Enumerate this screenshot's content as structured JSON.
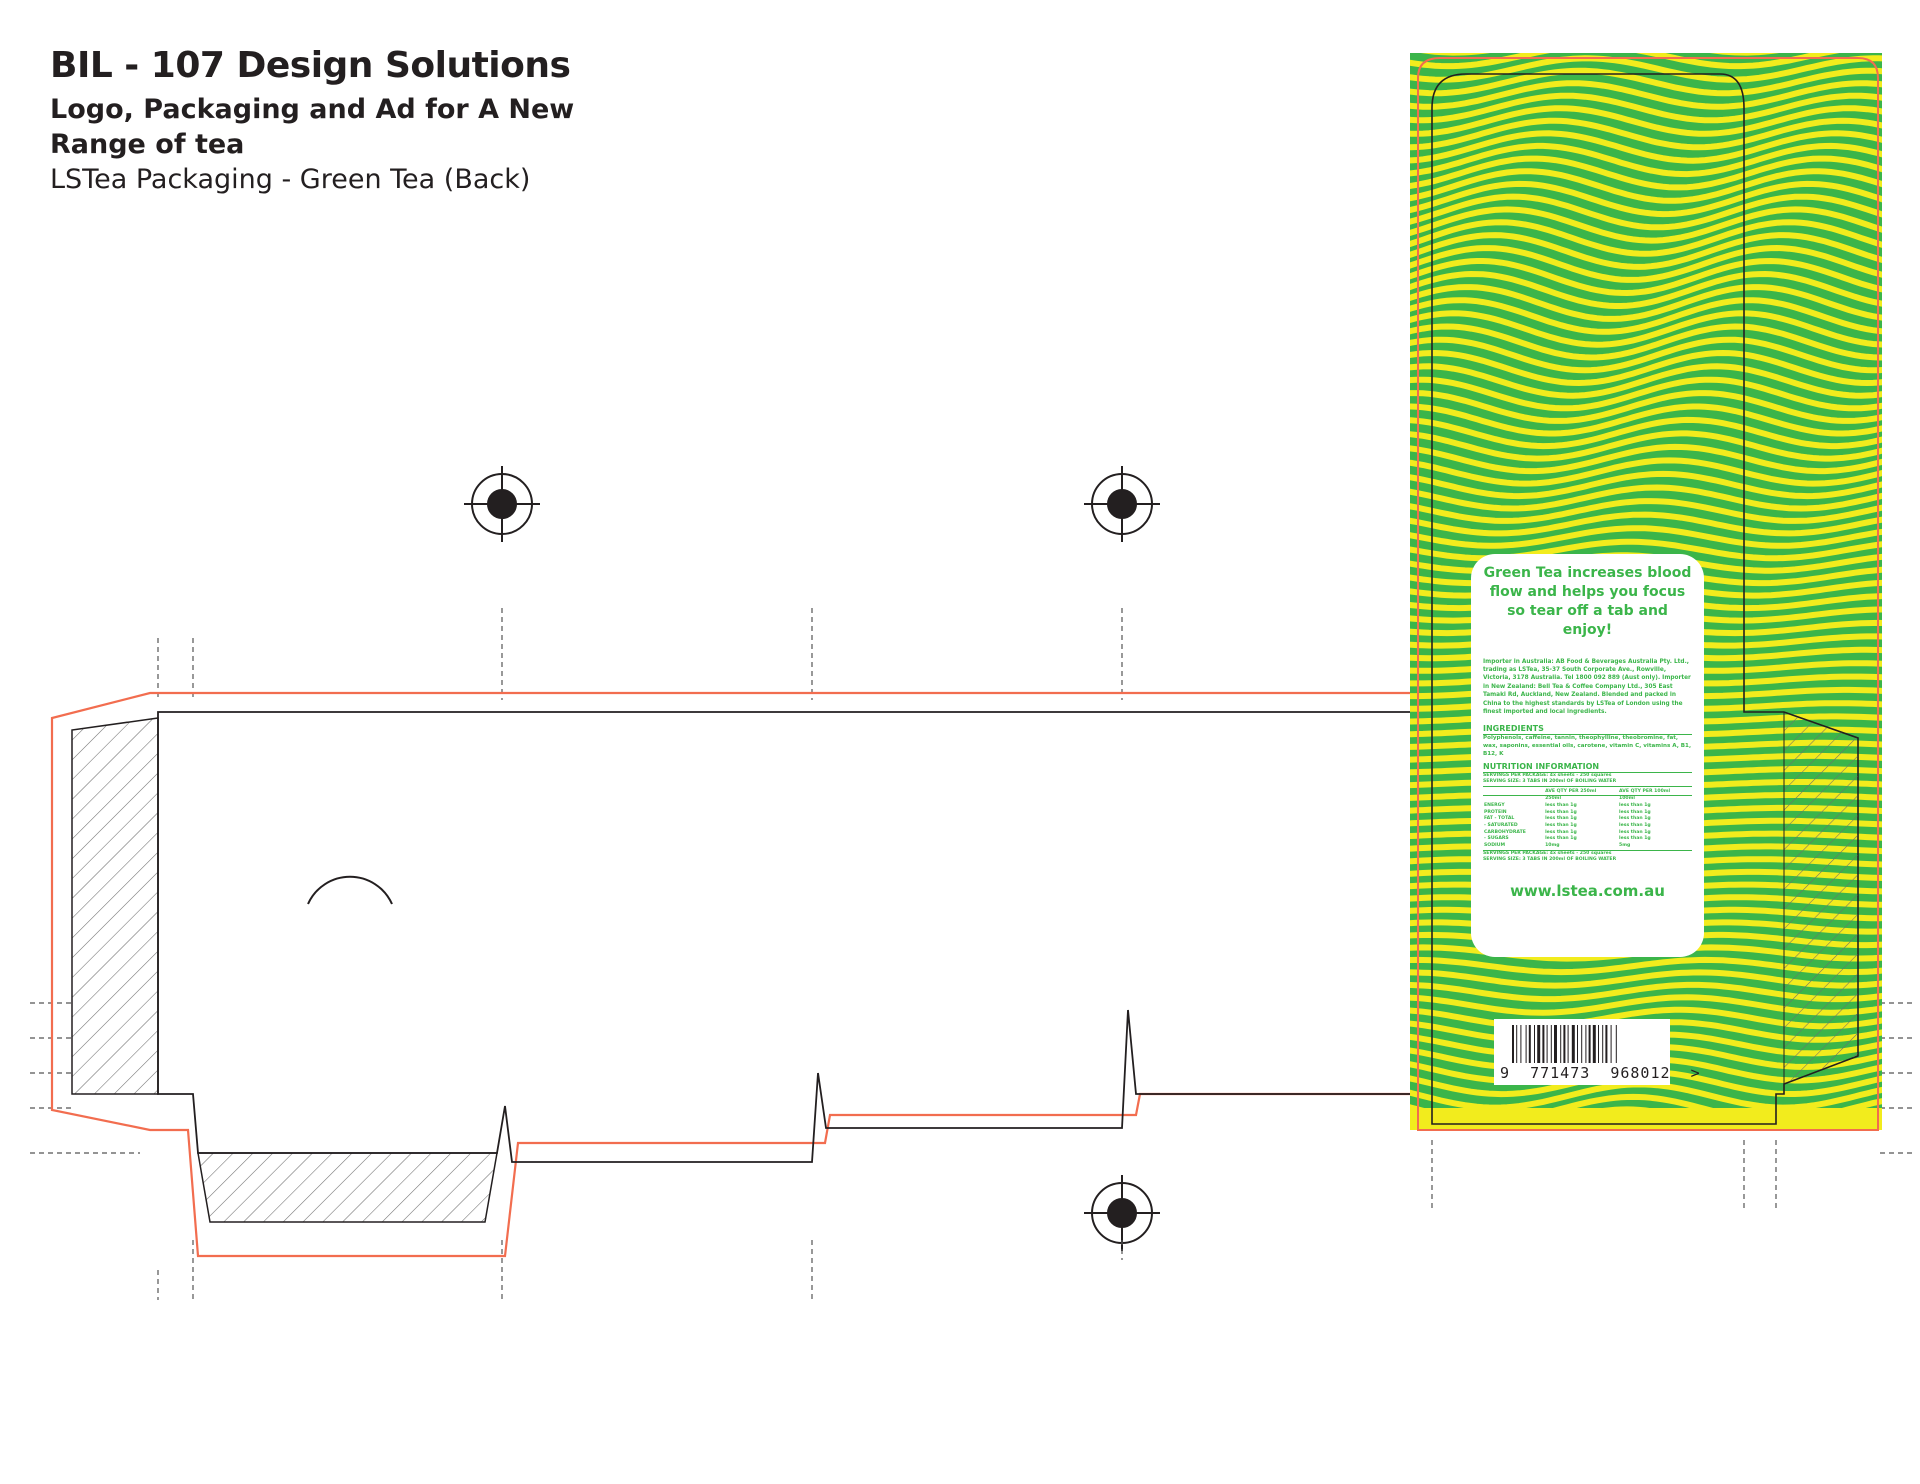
{
  "heading": {
    "title": "BIL - 107 Design Solutions",
    "subtitle_line1": "Logo, Packaging and Ad for A New",
    "subtitle_line2": "Range of tea",
    "caption": "LSTea Packaging - Green Tea (Back)"
  },
  "colors": {
    "pattern_green": "#3bb54a",
    "pattern_yellow": "#f2ec1d",
    "bleed_line": "#f26d4f",
    "die_line": "#231f20"
  },
  "back_panel": {
    "claim": "Green Tea increases blood flow and helps you focus so tear off a tab and enjoy!",
    "importer_text": "Importer in Australia: AB Food & Beverages Australia Pty. Ltd., trading as LSTea, 35-37 South Corporate Ave., Rowville, Victoria, 3178 Australia. Tel 1800 092 889 (Aust only). Importer in New Zealand: Bell Tea & Coffee Company Ltd., 305 East Tamaki Rd, Auckland, New Zealand. Blended and packed in China to the highest standards by LSTea of London using the finest imported and local ingredients.",
    "ingredients_title": "INGREDIENTS",
    "ingredients_text": "Polyphenols, caffeine, tannin, theophylline, theobromine, fat, wax, saponins, essential oils, carotene, vitamin C, vitamins A, B1, B12, K",
    "nutrition_title": "NUTRITION INFORMATION",
    "servings_line1": "SERVINGS PER PACKAGE: 4x sheets - 250 squares",
    "servings_line2": "SERVING SIZE: 3 TABS IN 200ml OF BOILING WATER",
    "nutrition_headers": [
      "",
      "AVE QTY PER 250ml",
      "AVE QTY PER 100ml"
    ],
    "nutrition_rows": [
      [
        "",
        "250ml",
        "100ml"
      ],
      [
        "ENERGY",
        "less than 1g",
        "less than 1g"
      ],
      [
        "PROTEIN",
        "less than 1g",
        "less than 1g"
      ],
      [
        "FAT - TOTAL",
        "less than 1g",
        "less than 1g"
      ],
      [
        "- SATURATED",
        "less than 1g",
        "less than 1g"
      ],
      [
        "CARBOHYDRATE",
        "less than 1g",
        "less than 1g"
      ],
      [
        "- SUGARS",
        "less than 1g",
        "less than 1g"
      ],
      [
        "SODIUM",
        "10mg",
        "5mg"
      ]
    ],
    "servings_footer1": "SERVINGS PER PACKAGE: 4x sheets - 250 squares",
    "servings_footer2": "SERVING SIZE: 3 TABS IN 200ml OF BOILING WATER",
    "website": "www.lstea.com.au"
  },
  "barcode": {
    "number": "9  771473  968012  >"
  }
}
